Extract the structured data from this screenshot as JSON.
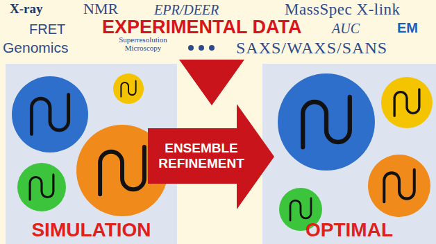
{
  "diagram": {
    "nodes": [
      {
        "text": [
          "SIMULATION"
        ]
      },
      {
        "text": [
          "ENSEMBLE REFINEMENT"
        ]
      },
      {
        "text": [
          "OPTIMAL"
        ]
      }
    ],
    "labels": [
      "X-ray",
      "NMR",
      "EPR/DEER",
      "MassSpec X-link",
      "FRET",
      "EXPERIMENTAL DATA",
      "AUC",
      "EM",
      "Genomics",
      "Superresolution Microscopy",
      "SAXS/WAXS/SANS"
    ]
  }
}
